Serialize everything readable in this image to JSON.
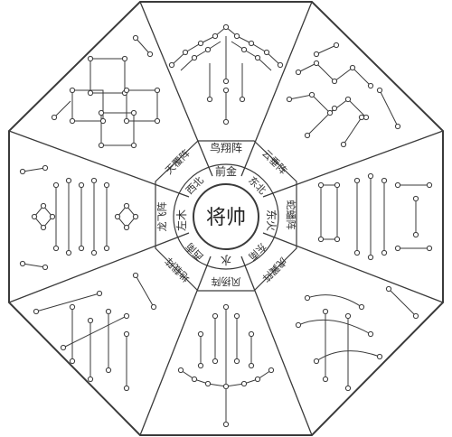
{
  "center": {
    "label": "将帅"
  },
  "inner_ring": [
    {
      "id": "n",
      "label": "前金"
    },
    {
      "id": "ne",
      "label": "东北"
    },
    {
      "id": "e",
      "label": "东火"
    },
    {
      "id": "se",
      "label": "东南"
    },
    {
      "id": "s",
      "label": "水"
    },
    {
      "id": "sw",
      "label": "西南"
    },
    {
      "id": "w",
      "label": "左木"
    },
    {
      "id": "nw",
      "label": "西北"
    }
  ],
  "outer_ring": [
    {
      "id": "n",
      "label": "鸟翔阵"
    },
    {
      "id": "ne",
      "label": "云垂阵"
    },
    {
      "id": "e",
      "label": "蛇蟠阵"
    },
    {
      "id": "se",
      "label": "虎翼阵"
    },
    {
      "id": "s",
      "label": "风扬阵"
    },
    {
      "id": "sw",
      "label": "地载阵"
    },
    {
      "id": "w",
      "label": "龙飞阵"
    },
    {
      "id": "nw",
      "label": "天覆阵"
    }
  ],
  "colors": {
    "ink": "#3a3a3a",
    "paper": "#ffffff"
  }
}
